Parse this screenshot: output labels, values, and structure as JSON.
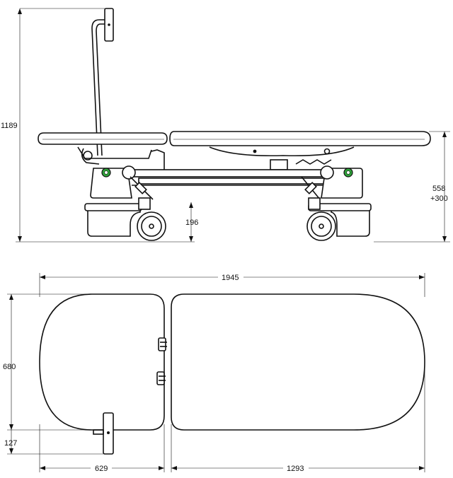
{
  "dimensions": {
    "overall_height": "1189",
    "height_adjust_main": "558",
    "height_adjust_extra": "+300",
    "ground_clearance": "196",
    "total_length": "1945",
    "width": "680",
    "handle_offset": "127",
    "head_section_length": "629",
    "body_section_length": "1293"
  },
  "colors": {
    "line": "#111111",
    "accent_green": "#2fa23a"
  }
}
